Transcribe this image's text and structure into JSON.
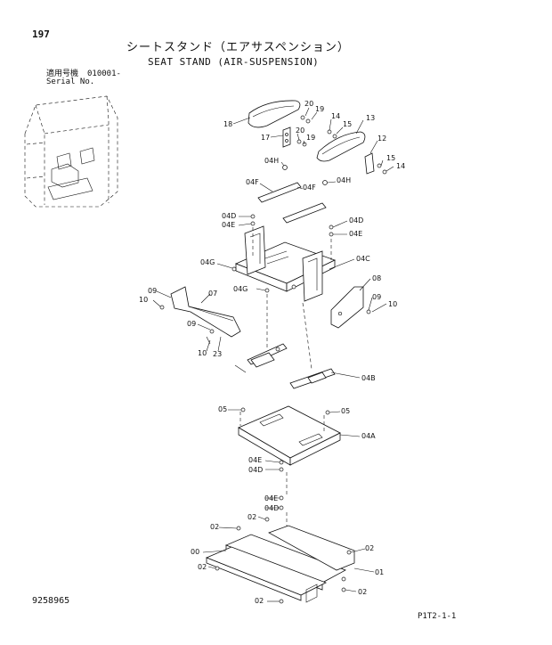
{
  "header": {
    "page_number": "197",
    "title_jp": "シートスタンド（エアサスペンション）",
    "title_en": "SEAT STAND (AIR-SUSPENSION)",
    "serial_label_jp": "適用号機",
    "serial_label_en": "Serial No.",
    "serial_value": "010001-"
  },
  "footer": {
    "figure_number": "9258965",
    "page_code": "P1T2-1-1"
  },
  "callouts": [
    "197"
  ],
  "part_labels": {
    "p18": "18",
    "p20a": "20",
    "p19a": "19",
    "p17": "17",
    "p20b": "20",
    "p19b": "19",
    "p14a": "14",
    "p15a": "15",
    "p13": "13",
    "p12": "12",
    "p15b": "15",
    "p14b": "14",
    "p04H_a": "04H",
    "p04H_b": "04H",
    "p04F_a": "04F",
    "p04F_b": "04F",
    "p04D_a": "04D",
    "p04E_a": "04E",
    "p04D_b": "04D",
    "p04E_b": "04E",
    "p04G_a": "04G",
    "p04C": "04C",
    "p04G_b": "04G",
    "p08": "08",
    "p09a": "09",
    "p10a": "10",
    "p07": "07",
    "p09b": "09",
    "p10b": "10",
    "p09c": "09",
    "p10c": "10",
    "p23": "23",
    "p04B": "04B",
    "p05a": "05",
    "p05b": "05",
    "p04A": "04A",
    "p04E_c": "04E",
    "p04D_c": "04D",
    "p04E_d": "04E",
    "p04D_d": "04D",
    "p02a": "02",
    "p02b": "02",
    "p02c": "02",
    "p02d": "02",
    "p02e": "02",
    "p02f": "02",
    "p00": "00",
    "p01": "01"
  }
}
